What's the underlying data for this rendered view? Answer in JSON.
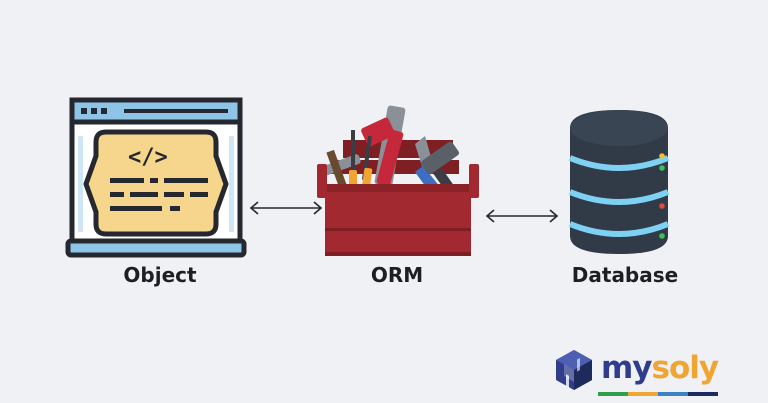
{
  "diagram": {
    "nodes": [
      {
        "id": "object",
        "label": "Object",
        "icon": "browser-code-window-icon"
      },
      {
        "id": "orm",
        "label": "ORM",
        "icon": "toolbox-icon"
      },
      {
        "id": "database",
        "label": "Database",
        "icon": "database-icon"
      }
    ],
    "edges": [
      {
        "from": "object",
        "to": "orm",
        "style": "double-arrow"
      },
      {
        "from": "orm",
        "to": "database",
        "style": "double-arrow"
      }
    ]
  },
  "object_icon": {
    "code_glyph": "</>"
  },
  "logo": {
    "text_part1": "my",
    "text_part2": "soly",
    "colors": {
      "dark": "#2f3d8a",
      "accent": "#f0a431",
      "bar": [
        "#2e9e4a",
        "#f0a431",
        "#3c82c4",
        "#1f2a5c"
      ]
    }
  },
  "colors": {
    "background": "#eff1f5",
    "outline": "#25282e",
    "browser_bar": "#8ec4e8",
    "code_panel": "#f6d58c",
    "toolbox_red": "#a2292f",
    "toolbox_dark_red": "#7e1f24",
    "db_body": "#313b48",
    "db_stripe": "#7fd1f3"
  }
}
